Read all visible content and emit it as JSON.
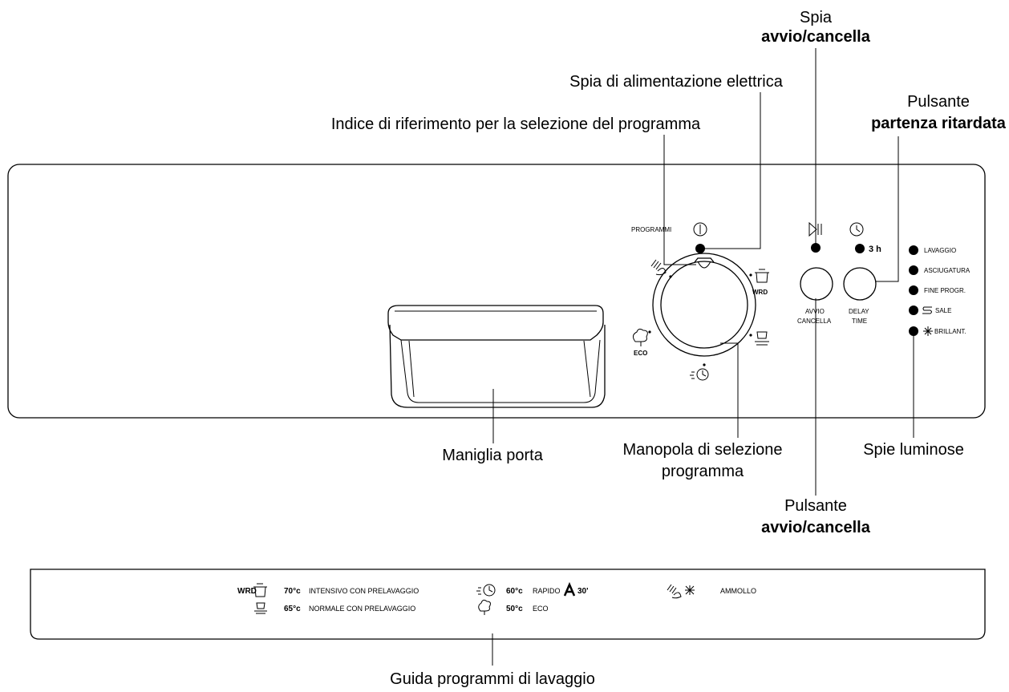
{
  "callouts": {
    "spia_avvio_line1": "Spia",
    "spia_avvio_line2": "avvio/cancella",
    "spia_alimentazione": "Spia di alimentazione elettrica",
    "pulsante_partenza_line1": "Pulsante",
    "pulsante_partenza_line2": "partenza ritardata",
    "indice_riferimento": "Indice di riferimento per la selezione del programma",
    "maniglia_porta": "Maniglia porta",
    "manopola_line1": "Manopola di selezione",
    "manopola_line2": "programma",
    "spie_luminose": "Spie luminose",
    "pulsante_avvio_line1": "Pulsante",
    "pulsante_avvio_line2": "avvio/cancella",
    "guida_programmi": "Guida programmi di lavaggio"
  },
  "panel": {
    "programmi_label": "PROGRAMMI",
    "wrd_label": "WRD",
    "eco_label": "ECO",
    "avvio_label_1": "AVVIO",
    "avvio_label_2": "CANCELLA",
    "delay_label_1": "DELAY",
    "delay_label_2": "TIME",
    "delay_hours": "3 h",
    "indicators": [
      {
        "label": "LAVAGGIO"
      },
      {
        "label": "ASCIUGATURA"
      },
      {
        "label": "FINE PROGR."
      },
      {
        "label": "SALE"
      },
      {
        "label": "BRILLANT."
      }
    ]
  },
  "guide": {
    "wrd": "WRD",
    "row1": [
      {
        "temp": "70°c",
        "name": "INTENSIVO CON PRELAVAGGIO"
      },
      {
        "temp": "60°c",
        "name": "RAPIDO",
        "extra": "30'"
      },
      {
        "name": "AMMOLLO"
      }
    ],
    "row2": [
      {
        "temp": "65°c",
        "name": "NORMALE CON PRELAVAGGIO"
      },
      {
        "temp": "50°c",
        "name": "ECO"
      }
    ]
  }
}
